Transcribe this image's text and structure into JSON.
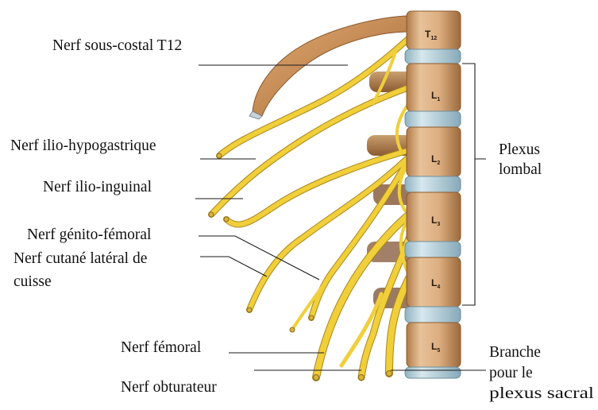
{
  "labels": {
    "subcostal": "Nerf sous-costal T12",
    "iliohypogastric": "Nerf ilio-hypogastrique",
    "ilioinguinal": "Nerf ilio-inguinal",
    "genitofemoral": "Nerf génito-fémoral",
    "lateral_cutaneous_1": "Nerf cutané latéral de",
    "lateral_cutaneous_2": "cuisse",
    "femoral": "Nerf fémoral",
    "obturator": "Nerf obturateur",
    "plexus_1": "Plexus",
    "plexus_2": "lombal",
    "sacral_1": "Branche",
    "sacral_2": "pour le",
    "sacral_3": "plexus sacral"
  },
  "vertebrae": {
    "t12": {
      "main": "T",
      "sub": "12"
    },
    "l1": {
      "main": "L",
      "sub": "1"
    },
    "l2": {
      "main": "L",
      "sub": "2"
    },
    "l3": {
      "main": "L",
      "sub": "3"
    },
    "l4": {
      "main": "L",
      "sub": "4"
    },
    "l5": {
      "main": "L",
      "sub": "5"
    }
  },
  "colors": {
    "nerve": "#f0cf3a",
    "bone": "#d9a878",
    "disc": "#bcd3dc",
    "rib": "#c88a52"
  }
}
